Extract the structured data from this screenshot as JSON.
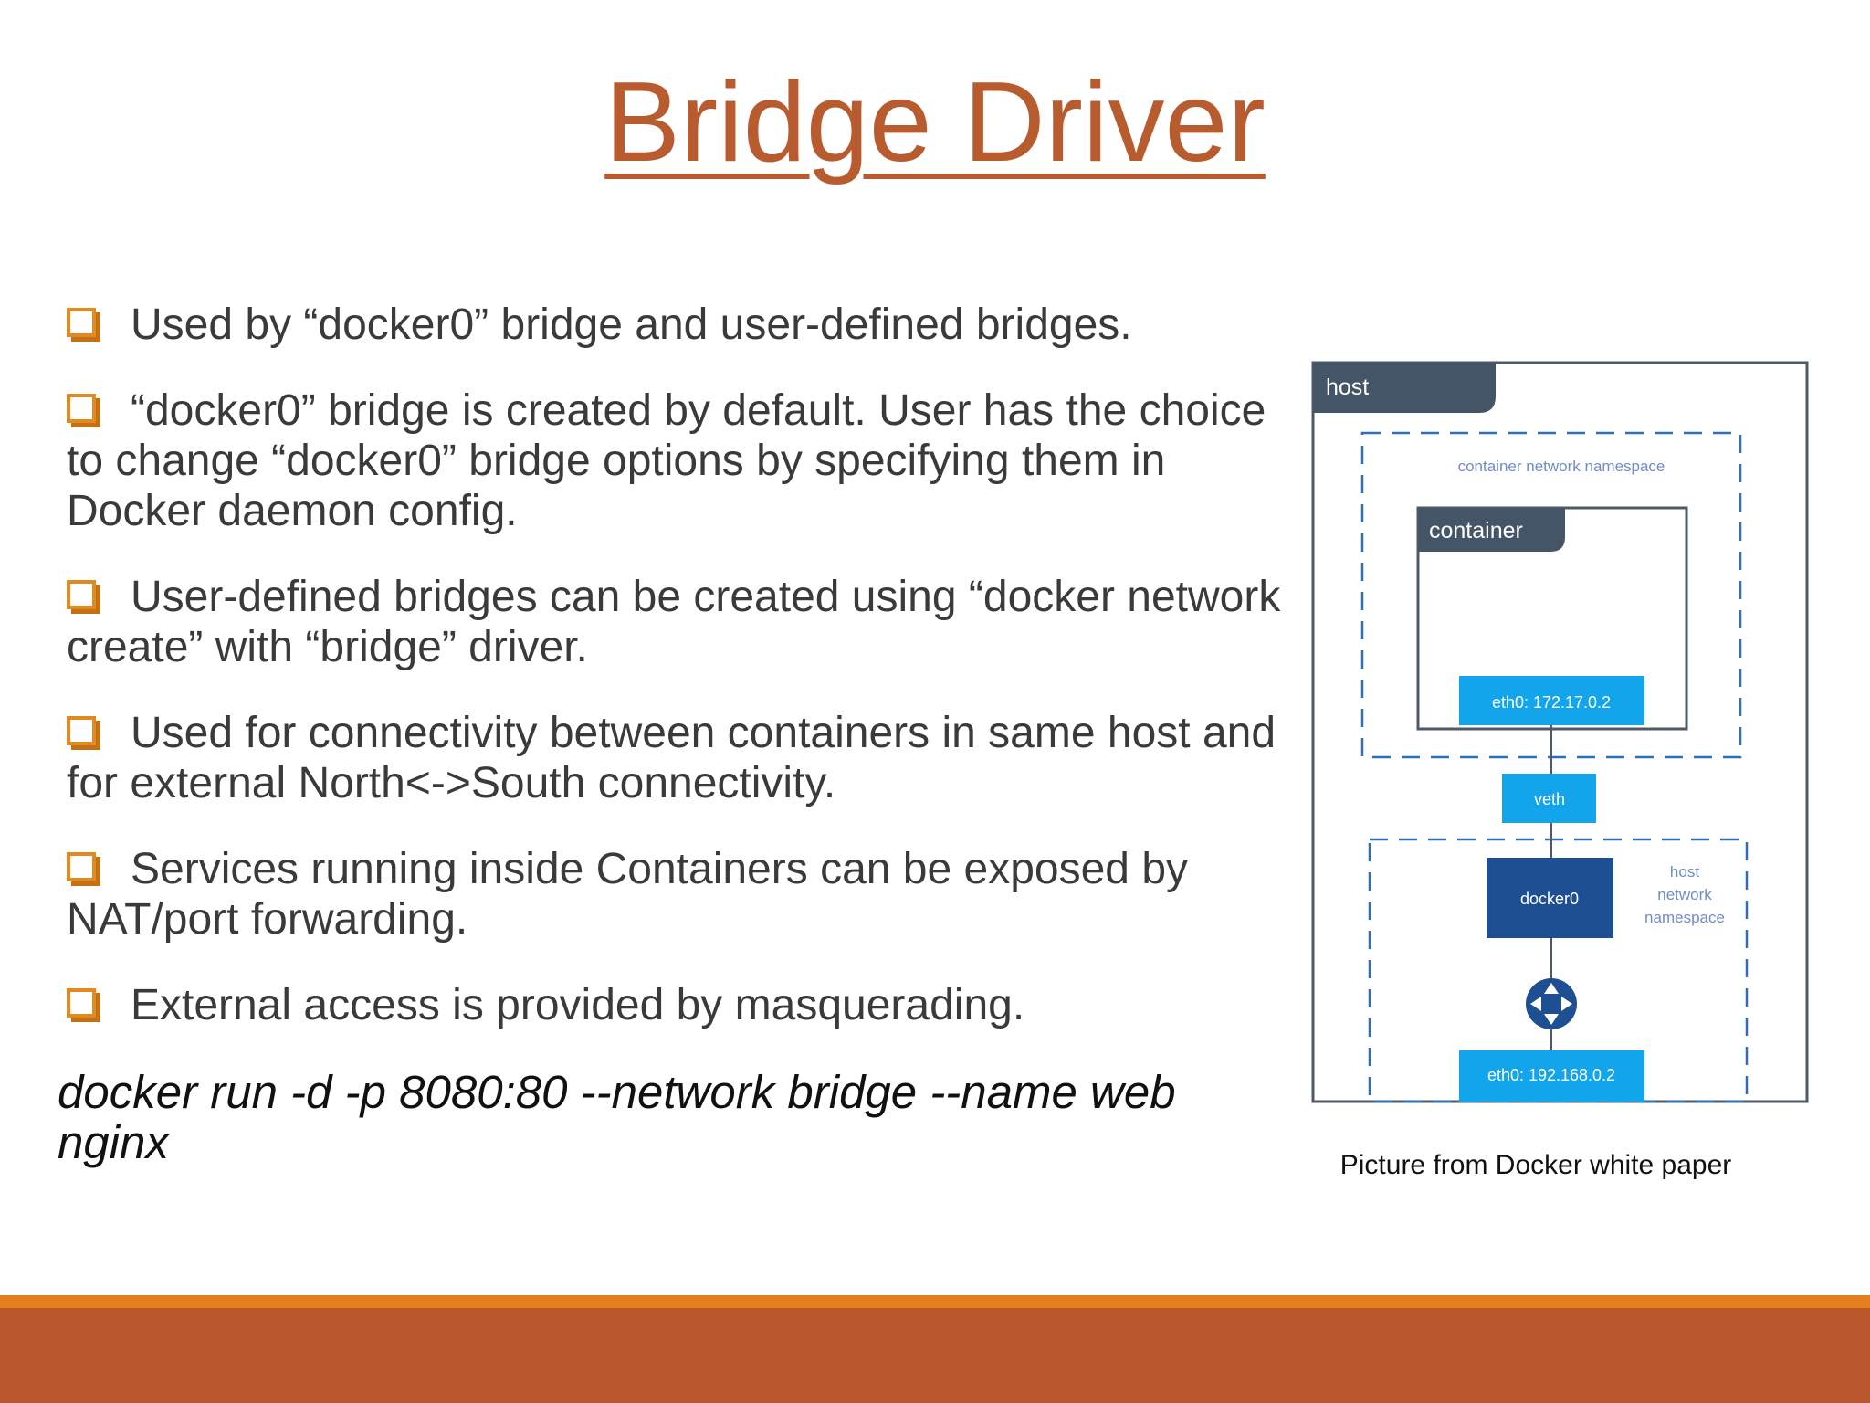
{
  "title": "Bridge Driver",
  "bullets": [
    "Used by “docker0” bridge and user-defined bridges.",
    "“docker0” bridge is created by default. User has the choice to change “docker0” bridge options by specifying them in Docker daemon config.",
    "User-defined bridges can be created using “docker network create” with “bridge” driver.",
    "Used for connectivity between containers in same host and for external North<->South connectivity.",
    "Services running inside Containers can be exposed by NAT/port forwarding.",
    "External access is provided by masquerading."
  ],
  "command": "docker run -d -p 8080:80 --network bridge --name web nginx",
  "diagram": {
    "host_label": "host",
    "container_ns_label": "container network namespace",
    "container_label": "container",
    "container_eth": "eth0: 172.17.0.2",
    "veth_label": "veth",
    "docker0_label": "docker0",
    "host_ns_label_1": "host",
    "host_ns_label_2": "network",
    "host_ns_label_3": "namespace",
    "host_eth": "eth0: 192.168.0.2",
    "router_icon": "router-icon"
  },
  "caption": "Picture from Docker white paper",
  "colors": {
    "title": "#b85c30",
    "checkbox": "#e18a20",
    "footer": "#b8572c",
    "footer_line": "#e5801e",
    "diagram_dark": "#435566",
    "diagram_accent": "#12a5ec",
    "diagram_docker0": "#1f4f93"
  }
}
